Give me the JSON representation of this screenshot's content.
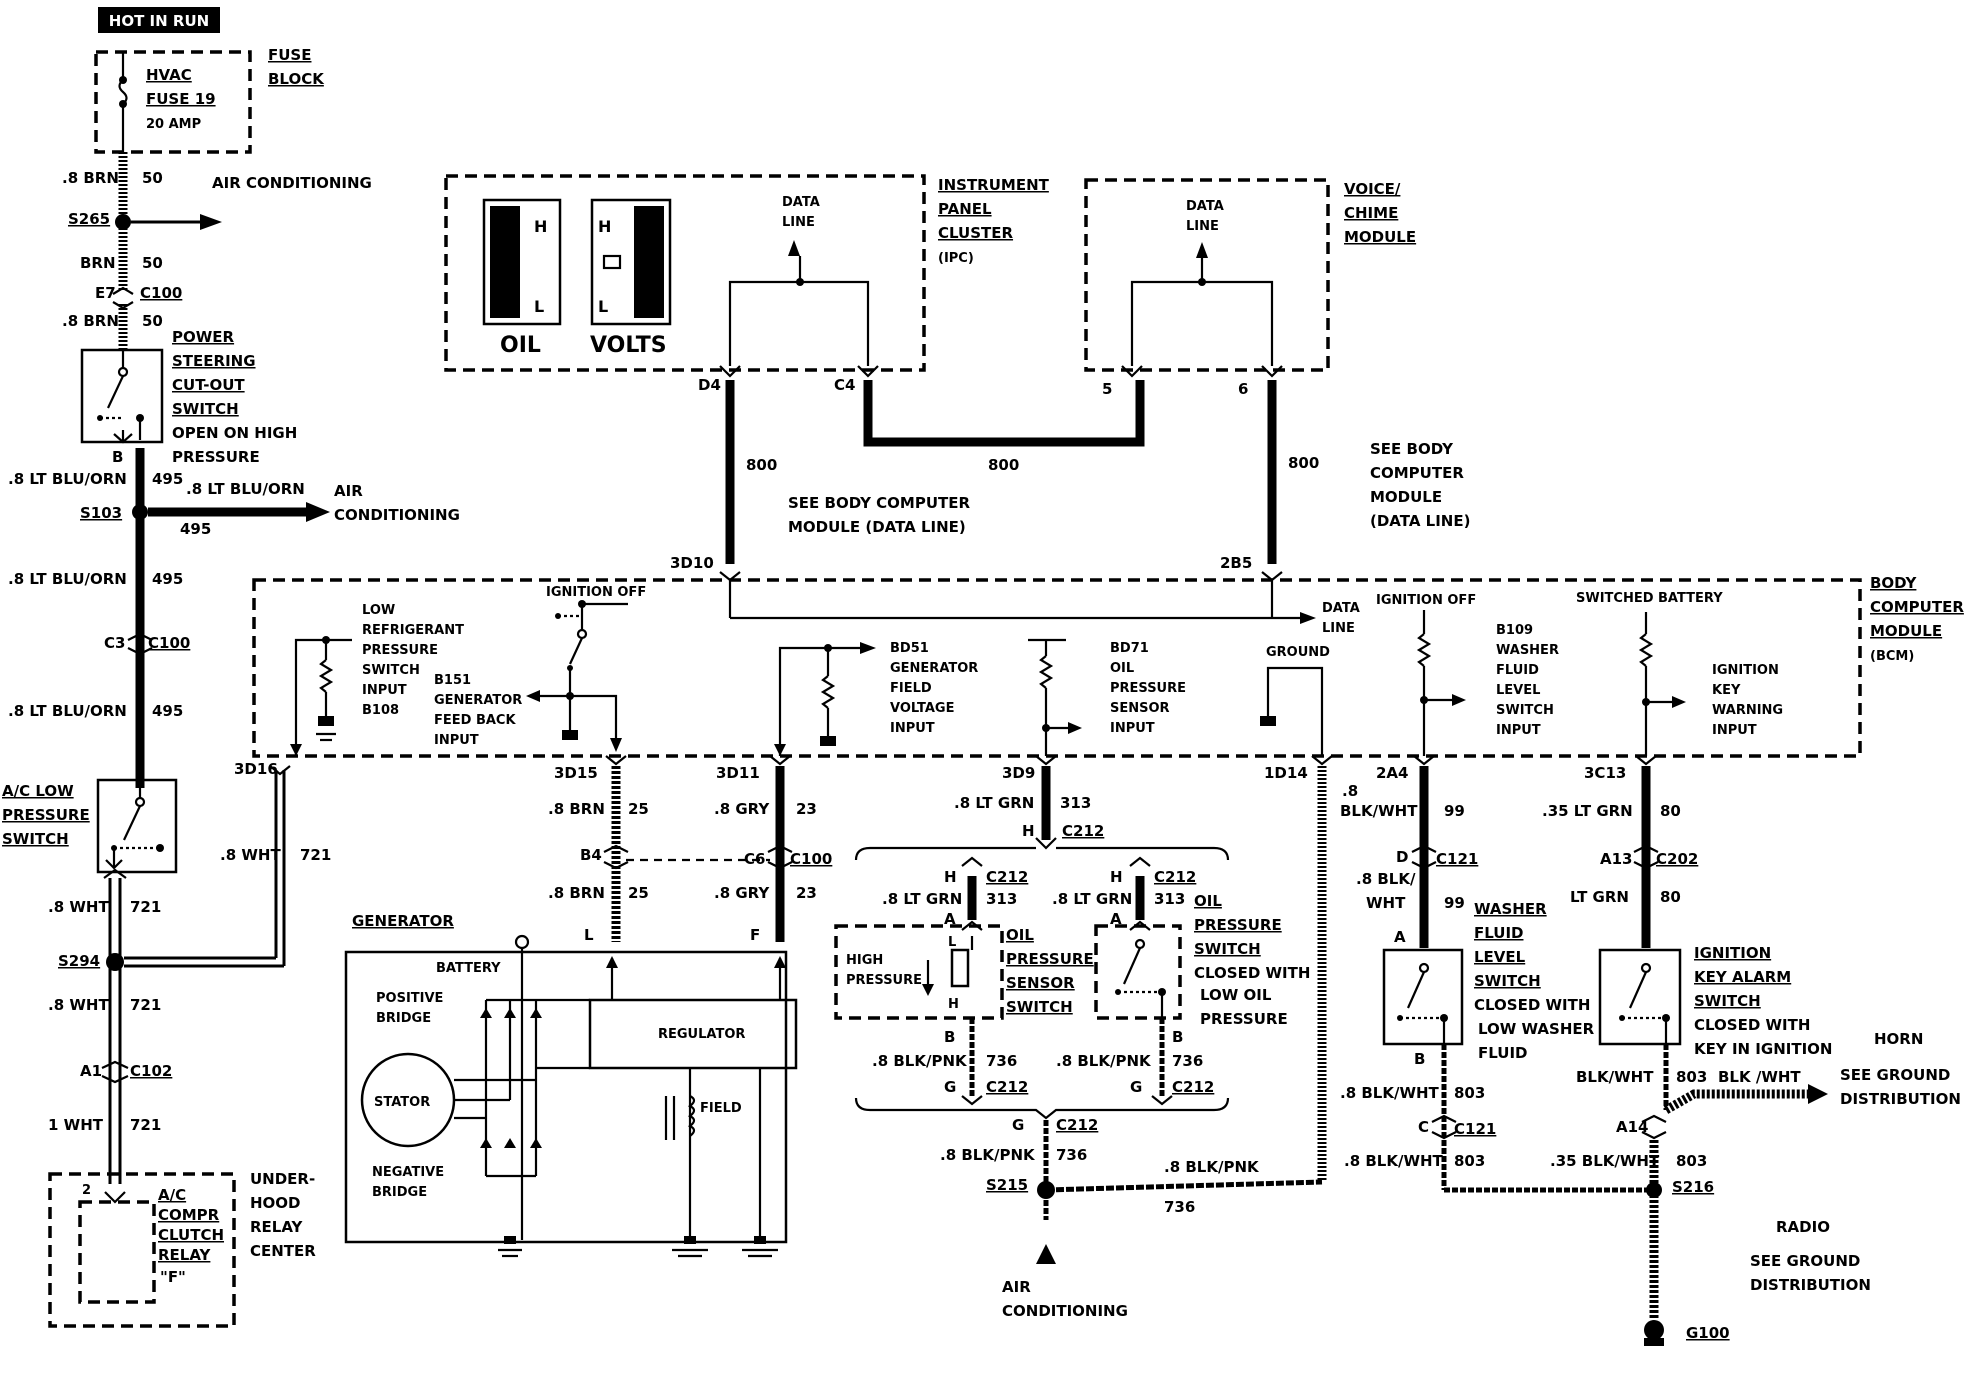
{
  "hot_in_run": "HOT IN RUN",
  "fuse_block": {
    "title": [
      "FUSE",
      "BLOCK"
    ],
    "fuse_name": [
      "HVAC",
      "FUSE 19"
    ],
    "rating": "20 AMP"
  },
  "left_column": {
    "air_conditioning_1": "AIR CONDITIONING",
    "w1": ".8 BRN",
    "c1": "50",
    "s265": "S265",
    "w2": "BRN",
    "c2": "50",
    "e7": "E7",
    "c100a": "C100",
    "w3": ".8 BRN",
    "c3": "50",
    "ps_switch": [
      "POWER",
      "STEERING",
      "CUT-OUT",
      "SWITCH",
      "OPEN ON HIGH",
      "PRESSURE"
    ],
    "b_label": "B",
    "w4": ".8 LT BLU/ORN",
    "c4": "495",
    "w4b": ".8 LT BLU/ORN",
    "air_cond_2": [
      "AIR",
      "CONDITIONING"
    ],
    "c4b": "495",
    "s103": "S103",
    "w5": ".8 LT BLU/ORN",
    "c5": "495",
    "c3_label": "C3",
    "c100b": "C100",
    "w6": ".8 LT BLU/ORN",
    "c6": "495",
    "ac_low": [
      "A/C LOW",
      "PRESSURE",
      "SWITCH"
    ],
    "w7": ".8 WHT",
    "c7": "721",
    "w7b": ".8 WHT",
    "c7b": "721",
    "s294": "S294",
    "w8": ".8 WHT",
    "c8": "721",
    "a1": "A1",
    "c102": "C102",
    "w9": "1 WHT",
    "c9": "721",
    "relay_pin": "2",
    "relay": [
      "A/C",
      "COMPR",
      "CLUTCH",
      "RELAY",
      "\"F\""
    ],
    "underhood": [
      "UNDER-",
      "HOOD",
      "RELAY",
      "CENTER"
    ],
    "d16": "3D16"
  },
  "ipc": {
    "gauge_oil": "OIL",
    "gauge_volts": "VOLTS",
    "h": "H",
    "l": "L",
    "data_line": [
      "DATA",
      "LINE"
    ],
    "title": [
      "INSTRUMENT",
      "PANEL",
      "CLUSTER",
      "(IPC)"
    ],
    "d4": "D4",
    "c4": "C4"
  },
  "voice": {
    "data_line": [
      "DATA",
      "LINE"
    ],
    "title": [
      "VOICE/",
      "CHIME",
      "MODULE"
    ],
    "p5": "5",
    "p6": "6"
  },
  "data_bus": {
    "c800a": "800",
    "c800b": "800",
    "c800c": "800",
    "see_bcm_1": [
      "SEE BODY COMPUTER",
      "MODULE (DATA LINE)"
    ],
    "see_bcm_2": [
      "SEE BODY",
      "COMPUTER",
      "MODULE",
      "(DATA LINE)"
    ],
    "d10": "3D10",
    "b5": "2B5"
  },
  "bcm": {
    "title": [
      "BODY",
      "COMPUTER",
      "MODULE",
      "(BCM)"
    ],
    "low_ref": [
      "LOW",
      "REFRIGERANT",
      "PRESSURE",
      "SWITCH",
      "INPUT",
      "B108"
    ],
    "ign_off_1": "IGNITION OFF",
    "gen_fb": [
      "B151",
      "GENERATOR",
      "FEED BACK",
      "INPUT"
    ],
    "gen_field": [
      "BD51",
      "GENERATOR",
      "FIELD",
      "VOLTAGE",
      "INPUT"
    ],
    "oil_sensor": [
      "BD71",
      "OIL",
      "PRESSURE",
      "SENSOR",
      "INPUT"
    ],
    "ground": "GROUND",
    "data_line": [
      "DATA",
      "LINE"
    ],
    "ign_off_2": "IGNITION OFF",
    "washer": [
      "B109",
      "WASHER",
      "FLUID",
      "LEVEL",
      "SWITCH",
      "INPUT"
    ],
    "switched_batt": "SWITCHED BATTERY",
    "ign_key": [
      "IGNITION",
      "KEY",
      "WARNING",
      "INPUT"
    ]
  },
  "pins": {
    "d15": "3D15",
    "d11": "3D11",
    "d9": "3D9",
    "d14": "1D14",
    "a4": "2A4",
    "c13": "3C13"
  },
  "generator": {
    "title": "GENERATOR",
    "w1": ".8 BRN",
    "c1": "25",
    "w2": ".8 GRY",
    "c2": "23",
    "b4": "B4",
    "c6": "C6",
    "c100": "C100",
    "w3": ".8 BRN",
    "c3": "25",
    "w4": ".8 GRY",
    "c4": "23",
    "l": "L",
    "f": "F",
    "battery": "BATTERY",
    "pos_bridge": [
      "POSITIVE",
      "BRIDGE"
    ],
    "regulator": "REGULATOR",
    "stator": "STATOR",
    "field": "FIELD",
    "neg_bridge": [
      "NEGATIVE",
      "BRIDGE"
    ]
  },
  "oil": {
    "w1": ".8 LT GRN",
    "c1": "313",
    "h": "H",
    "c212": "C212",
    "a": "A",
    "sensor": [
      "OIL",
      "PRESSURE",
      "SENSOR",
      "SWITCH"
    ],
    "high_pressure": [
      "HIGH",
      "PRESSURE"
    ],
    "switch": [
      "OIL",
      "PRESSURE",
      "SWITCH",
      "CLOSED WITH",
      "LOW OIL",
      "PRESSURE"
    ],
    "b": "B",
    "w_blk": ".8 BLK/PNK",
    "c736": "736",
    "g": "G",
    "w_ltgrn": ".8 LT GRN",
    "c313": "313",
    "l": "L",
    "s215": "S215",
    "w_s215": ".8 BLK/PNK",
    "c_s215": "736",
    "air_cond": [
      "AIR",
      "CONDITIONING"
    ]
  },
  "washer_ckt": {
    "w1": [
      "  .8",
      "BLK/WHT"
    ],
    "c1": "99",
    "d": "D",
    "c121": "C121",
    "w2": [
      ".8 BLK/",
      "WHT"
    ],
    "c2": "99",
    "a": "A",
    "switch": [
      "WASHER",
      "FLUID",
      "LEVEL",
      "SWITCH",
      "CLOSED WITH",
      "LOW  WASHER",
      "FLUID"
    ],
    "b": "B",
    "w3": ".8 BLK/WHT",
    "c3": "803",
    "c": "C",
    "c121b": "C121",
    "w4": ".8 BLK/WHT",
    "c4": "803"
  },
  "key_ckt": {
    "w1": ".35 LT GRN",
    "c1": "80",
    "a13": "A13",
    "c202": "C202",
    "w2": "LT GRN",
    "c2": "80",
    "switch": [
      "IGNITION",
      "KEY ALARM",
      "SWITCH",
      "CLOSED WITH",
      "KEY IN IGNITION"
    ],
    "horn": "HORN",
    "w3": "BLK/WHT",
    "c3": "803",
    "w3b": "BLK /WHT",
    "see_ground_1": [
      "SEE GROUND",
      "DISTRIBUTION"
    ],
    "a14": "A14",
    "w4": ".35 BLK/WHT",
    "c4": "803",
    "s216": "S216",
    "radio": "RADIO",
    "see_ground_2": [
      "SEE GROUND",
      "DISTRIBUTION"
    ],
    "g100": "G100"
  }
}
